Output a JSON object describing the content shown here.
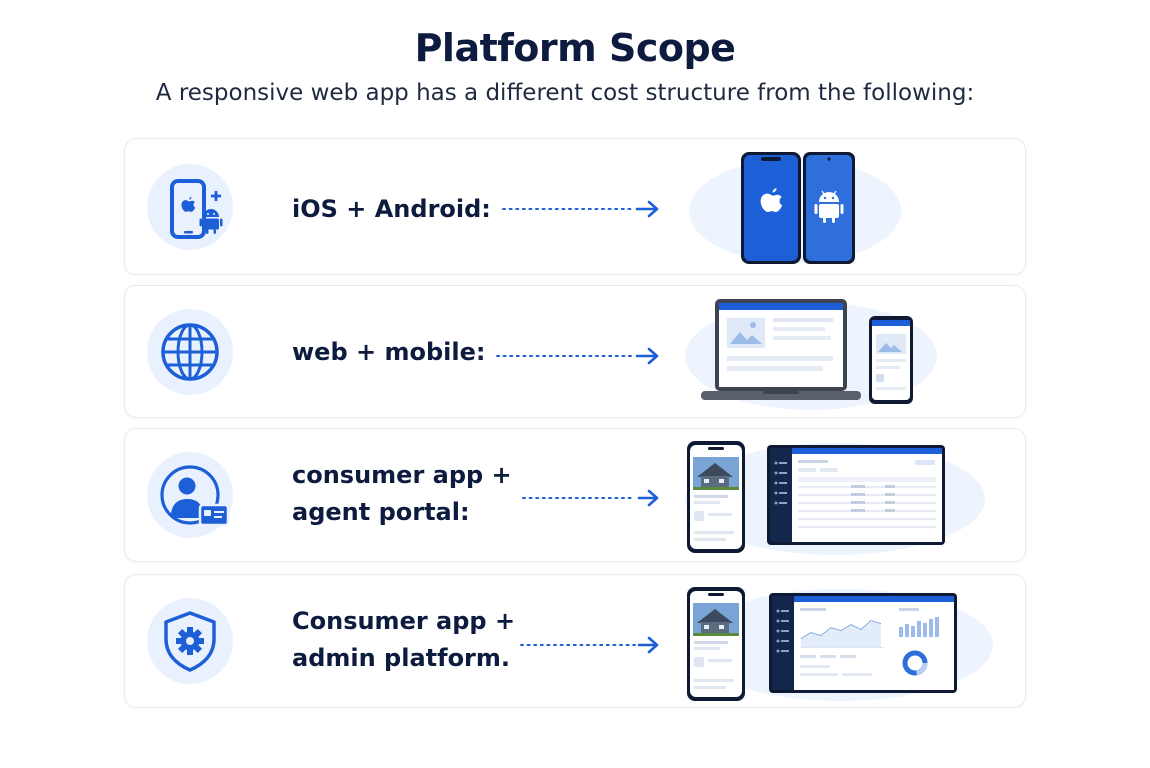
{
  "title": "Platform Scope",
  "subtitle": "A responsive web app has a different cost structure from the following:",
  "accent": "#1d5fd6",
  "rows": [
    {
      "label": "iOS + Android:",
      "icon": "phone-apple-android-icon",
      "illustration": "ios-android-phones"
    },
    {
      "label": "web + mobile:",
      "icon": "globe-icon",
      "illustration": "laptop-and-phone"
    },
    {
      "label_line1": "consumer app +",
      "label_line2": "agent portal:",
      "icon": "user-id-card-icon",
      "illustration": "phone-and-agent-dashboard"
    },
    {
      "label_line1": "Consumer app +",
      "label_line2": "admin platform.",
      "icon": "shield-gear-icon",
      "illustration": "phone-and-admin-dashboard"
    }
  ]
}
